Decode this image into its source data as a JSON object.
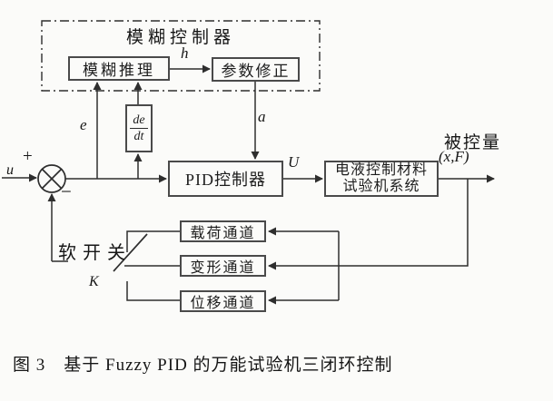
{
  "figure": {
    "kind": "control-system-block-diagram",
    "ink_color": "#2e2e2e",
    "background_color": "#fbfbf9",
    "caption": "图 3　基于 Fuzzy PID 的万能试验机三闭环控制"
  },
  "diagram": {
    "fuzzy_controller_group_title": "模糊控制器",
    "blocks": {
      "fuzzy_inference": "模糊推理",
      "param_correction": "参数修正",
      "pid_controller": "PID控制器",
      "plant_line1": "电液控制材料",
      "plant_line2": "试验机系统",
      "load_channel": "载荷通道",
      "deform_channel": "变形通道",
      "disp_channel": "位移通道",
      "derivative_num": "de",
      "derivative_den": "dt"
    },
    "signals": {
      "input": "u",
      "plus": "+",
      "minus": "−",
      "error": "e",
      "h": "h",
      "a": "a",
      "control_output": "U",
      "controlled_variable": "被控量",
      "controlled_variable_symbols": "(x,F)",
      "soft_switch": "软开关",
      "switch_gain": "K"
    }
  }
}
